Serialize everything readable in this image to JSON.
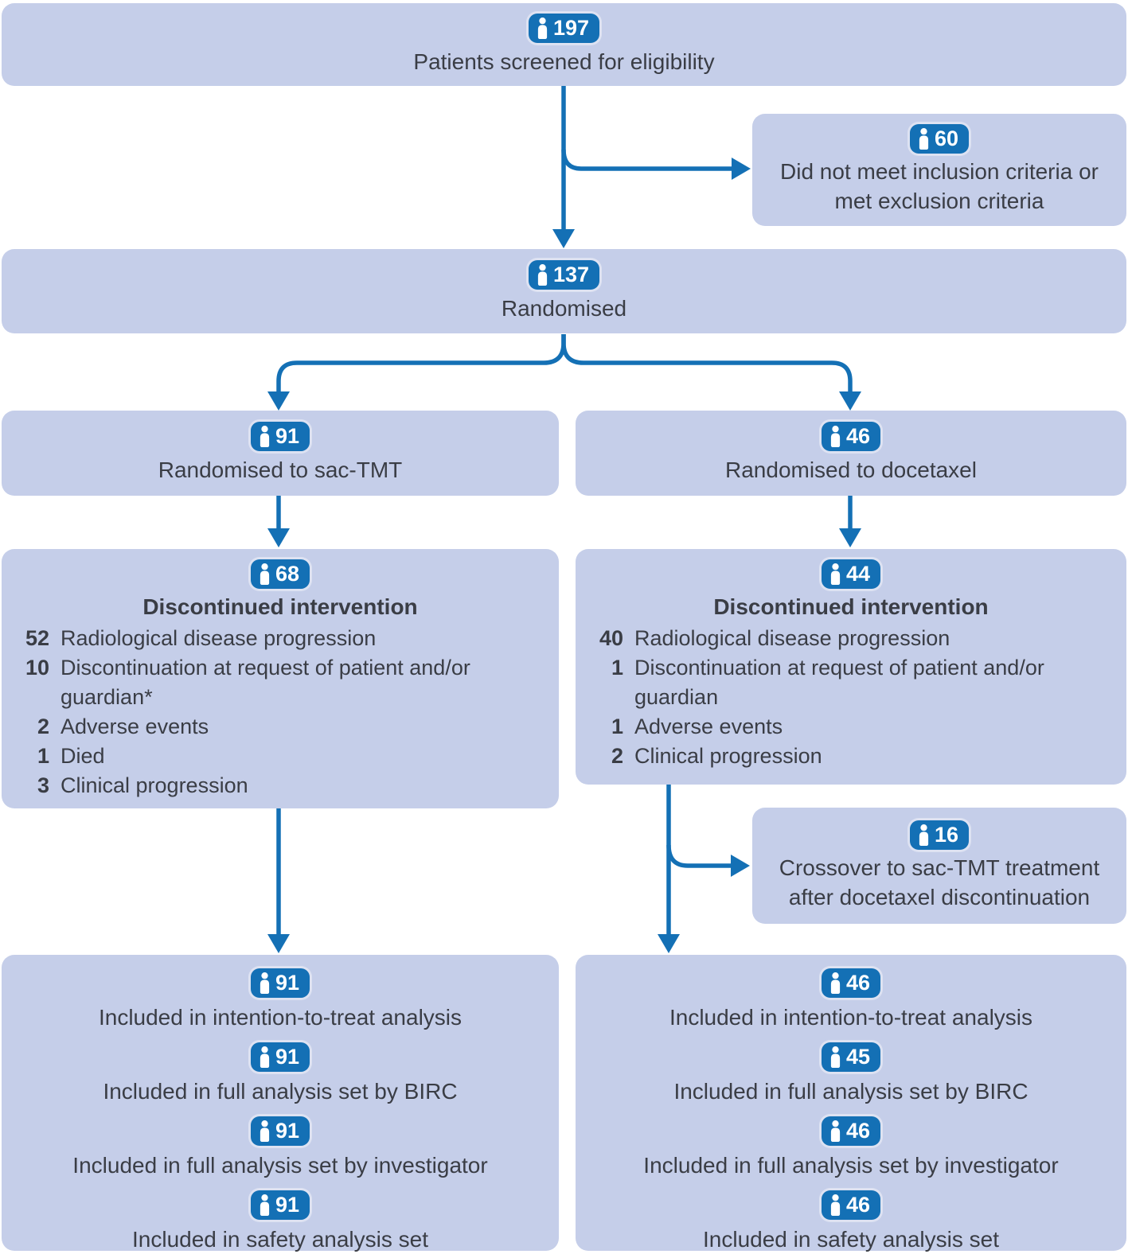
{
  "colors": {
    "box_fill": "#c5cee9",
    "accent_blue": "#1470b5",
    "text": "#3a3d45",
    "badge_text": "#ffffff"
  },
  "boxes": {
    "screened": {
      "count": "197",
      "label": "Patients screened for eligibility"
    },
    "excluded": {
      "count": "60",
      "label": "Did not meet inclusion criteria or met exclusion criteria"
    },
    "randomised": {
      "count": "137",
      "label": "Randomised"
    },
    "arm_sac": {
      "count": "91",
      "label": "Randomised to sac-TMT"
    },
    "arm_doc": {
      "count": "46",
      "label": "Randomised to docetaxel"
    },
    "disc_sac": {
      "count": "68",
      "title": "Discontinued intervention",
      "items": [
        {
          "n": "52",
          "t": "Radiological disease progression"
        },
        {
          "n": "10",
          "t": "Discontinuation at request of patient and/or guardian*"
        },
        {
          "n": "2",
          "t": "Adverse events"
        },
        {
          "n": "1",
          "t": "Died"
        },
        {
          "n": "3",
          "t": "Clinical progression"
        }
      ]
    },
    "disc_doc": {
      "count": "44",
      "title": "Discontinued intervention",
      "items": [
        {
          "n": "40",
          "t": "Radiological disease progression"
        },
        {
          "n": "1",
          "t": "Discontinuation at request of patient and/or guardian"
        },
        {
          "n": "1",
          "t": "Adverse events"
        },
        {
          "n": "2",
          "t": "Clinical progression"
        }
      ]
    },
    "crossover": {
      "count": "16",
      "label": "Crossover to sac-TMT treatment after docetaxel discontinuation"
    },
    "analysis_sac": {
      "rows": [
        {
          "count": "91",
          "label": "Included in intention-to-treat analysis"
        },
        {
          "count": "91",
          "label": "Included in full analysis set by BIRC"
        },
        {
          "count": "91",
          "label": "Included in full analysis set by investigator"
        },
        {
          "count": "91",
          "label": "Included in safety analysis set"
        }
      ]
    },
    "analysis_doc": {
      "rows": [
        {
          "count": "46",
          "label": "Included in intention-to-treat analysis"
        },
        {
          "count": "45",
          "label": "Included in full analysis set by BIRC"
        },
        {
          "count": "46",
          "label": "Included in full analysis set by investigator"
        },
        {
          "count": "46",
          "label": "Included in safety analysis set"
        }
      ]
    }
  }
}
